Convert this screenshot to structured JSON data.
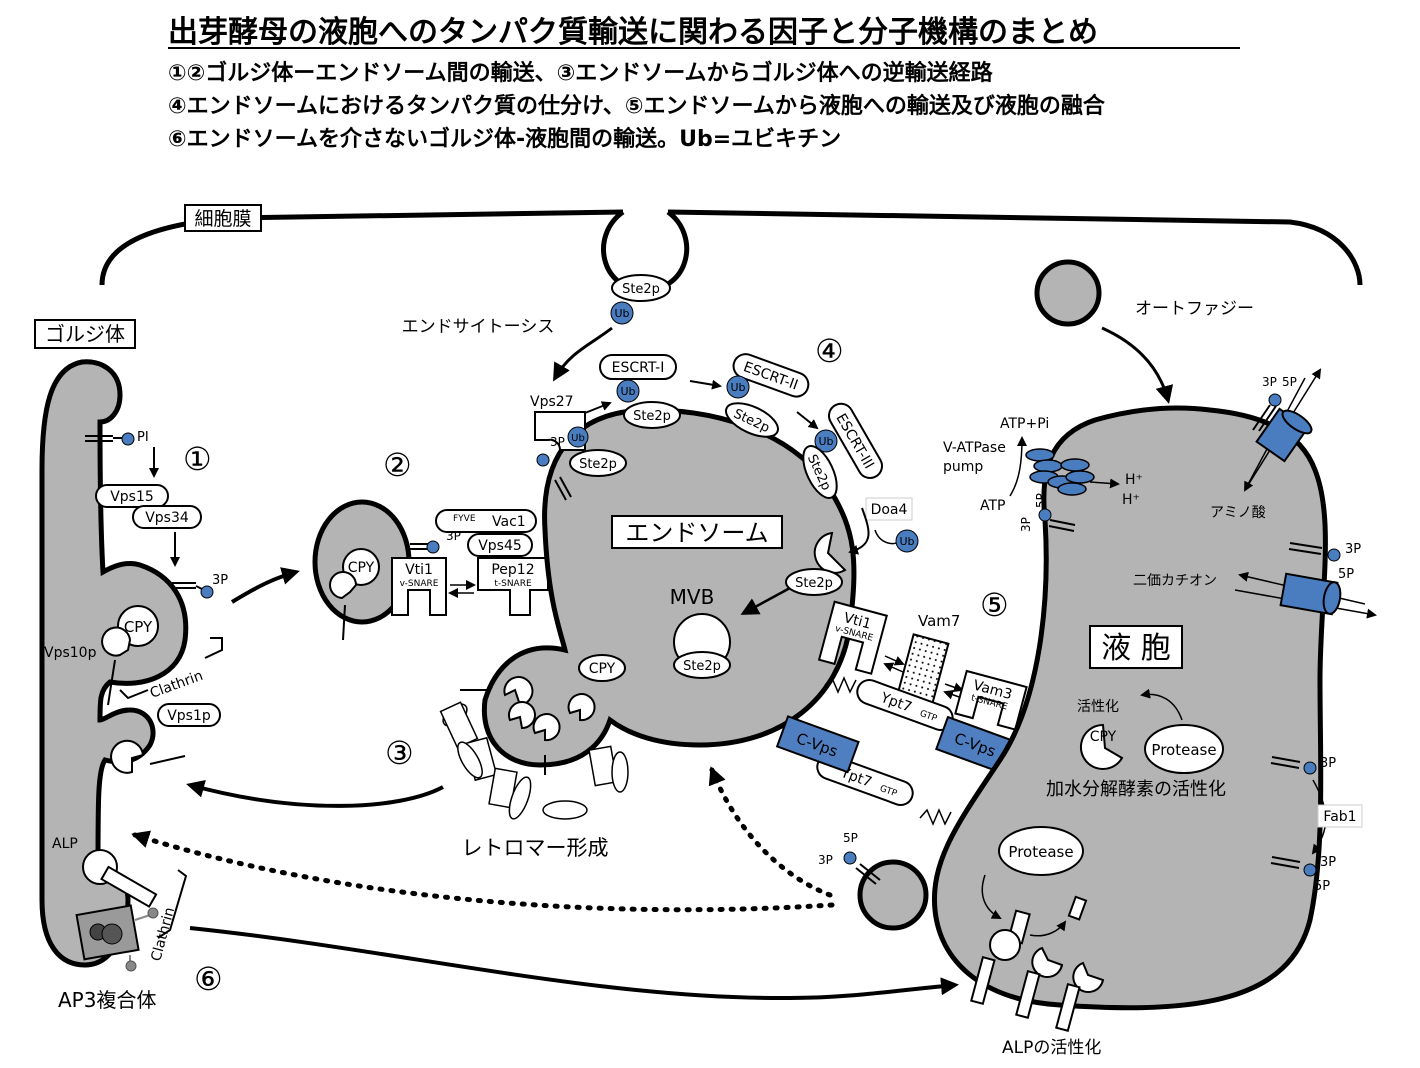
{
  "title": "出芽酵母の液胞へのタンパク質輸送に関わる因子と分子機構のまとめ",
  "subtitles": [
    "①②ゴルジ体ーエンドソーム間の輸送、③エンドソームからゴルジ体への逆輸送経路",
    "④エンドソームにおけるタンパク質の仕分け、⑤エンドソームから液胞への輸送及び液胞の融合",
    "⑥エンドソームを介さないゴルジ体-液胞間の輸送。Ub=ユビキチン"
  ],
  "labels": {
    "plasma_membrane": "細胞膜",
    "golgi": "ゴルジ体",
    "endocytosis": "エンドサイトーシス",
    "autophagy": "オートファジー",
    "endosome": "エンドソーム",
    "vacuole": "液 胞",
    "mvb": "MVB",
    "retromer": "レトロマー形成",
    "ap3": "AP3複合体",
    "alp_activation": "ALPの活性化",
    "hydrolase_activation": "加水分解酵素の活性化",
    "activation": "活性化",
    "amino_acid": "アミノ酸",
    "divalent_cation": "二価カチオン",
    "v_atpase": "V-ATPase",
    "pump": "pump",
    "atp": "ATP",
    "atp_pi": "ATP+Pi",
    "h_plus_1": "H⁺",
    "h_plus_2": "H⁺"
  },
  "numbers": {
    "n1": "①",
    "n2": "②",
    "n3": "③",
    "n4": "④",
    "n5": "⑤",
    "n6": "⑥"
  },
  "proteins": {
    "vps15": "Vps15",
    "vps34": "Vps34",
    "vps10p": "Vps10p",
    "vps1p": "Vps1p",
    "cpy": "CPY",
    "clathrin": "Clathrin",
    "alp": "ALP",
    "pi": "PI",
    "p3": "3P",
    "p5": "5P",
    "vti1": "Vti1",
    "v_snare": "v-SNARE",
    "pep12": "Pep12",
    "t_snare": "t-SNARE",
    "fyve": "FYVE",
    "vac1": "Vac1",
    "vps45": "Vps45",
    "vps27": "Vps27",
    "ste2p": "Ste2p",
    "ub": "Ub",
    "escrt1": "ESCRT-I",
    "escrt2": "ESCRT-II",
    "escrt3": "ESCRT-III",
    "doa4": "Doa4",
    "vam7": "Vam7",
    "vam3": "Vam3",
    "ypt7": "Ypt7",
    "gtp": "GTP",
    "cvps": "C-Vps",
    "protease": "Protease",
    "fab1": "Fab1"
  },
  "colors": {
    "organelle_fill": "#b4b4b4",
    "ub_blue": "#4a7dbf",
    "cvps_blue": "#4f7fc0",
    "stroke": "#000000"
  }
}
